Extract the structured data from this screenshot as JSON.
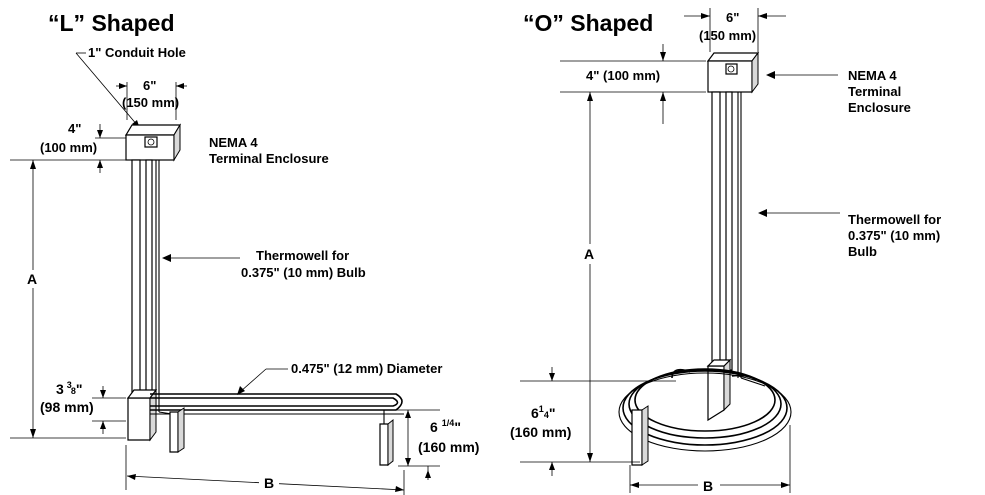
{
  "l_shaped": {
    "title": "“L” Shaped",
    "conduit_label": "1\" Conduit Hole",
    "width_in": "6\"",
    "width_mm": "(150 mm)",
    "height_in": "4\"",
    "height_mm": "(100 mm)",
    "enclosure_line1": "NEMA 4",
    "enclosure_line2": "Terminal Enclosure",
    "thermowell_line1": "Thermowell for",
    "thermowell_line2": "0.375\" (10 mm) Bulb",
    "dim_a": "A",
    "diameter_label": "0.475\" (12 mm) Diameter",
    "base_whole": "3",
    "base_num": "3",
    "base_den": "8",
    "base_in_mark": "\"",
    "base_mm": "(98 mm)",
    "foot_whole": "6",
    "foot_frac": "1/4",
    "foot_in_mark": "\"",
    "foot_mm": "(160 mm)",
    "dim_b": "B"
  },
  "o_shaped": {
    "title": "“O” Shaped",
    "width_in": "6\"",
    "width_mm": "(150 mm)",
    "height_in": "4\" (100 mm)",
    "enclosure_line1": "NEMA 4",
    "enclosure_line2": "Terminal",
    "enclosure_line3": "Enclosure",
    "thermowell_line1": "Thermowell for",
    "thermowell_line2": "0.375\" (10 mm)",
    "thermowell_line3": "Bulb",
    "dim_a": "A",
    "coil_whole": "6",
    "coil_num": "1",
    "coil_den": "4",
    "coil_in_mark": "\"",
    "coil_mm": "(160 mm)",
    "dim_b": "B"
  }
}
